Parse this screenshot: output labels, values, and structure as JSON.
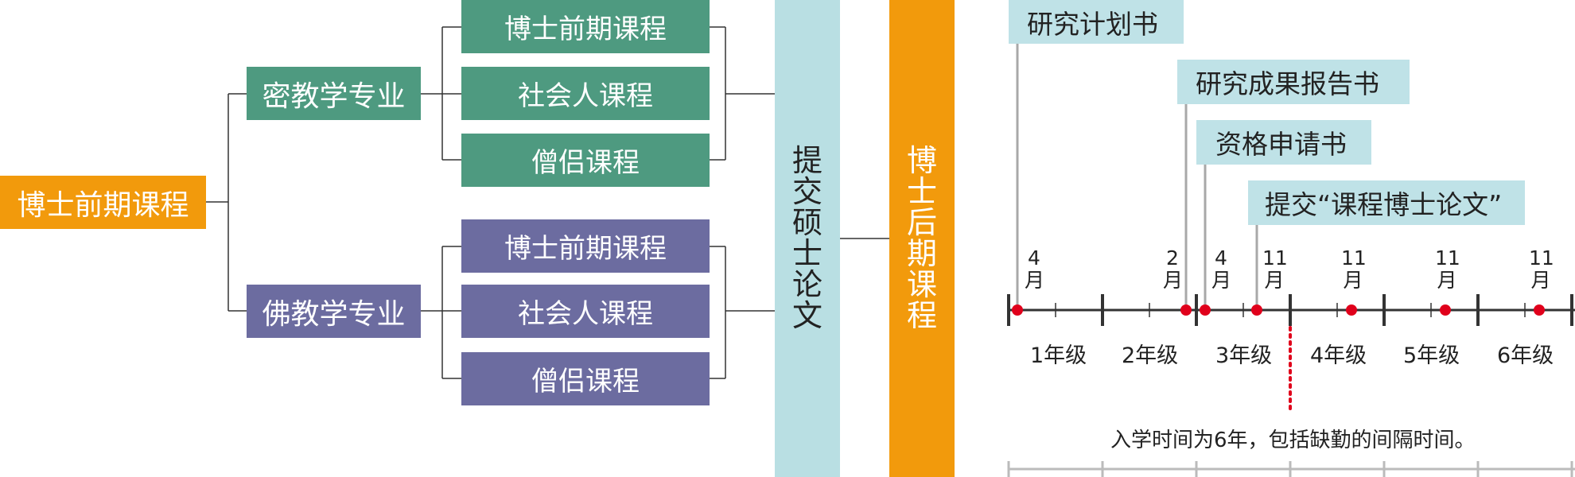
{
  "diagram": {
    "root": "博士前期课程",
    "majors": [
      {
        "name": "密教学专业",
        "courses": [
          "博士前期课程",
          "社会人课程",
          "僧侣课程"
        ]
      },
      {
        "name": "佛教学专业",
        "courses": [
          "博士前期课程",
          "社会人课程",
          "僧侣课程"
        ]
      }
    ],
    "thesis": [
      "提",
      "交",
      "硕",
      "士",
      "论",
      "文"
    ],
    "latter": [
      "博",
      "士",
      "后",
      "期",
      "课",
      "程"
    ]
  },
  "timeline": {
    "docs": {
      "plan": "研究计划书",
      "report": "研究成果报告书",
      "qualify": "资格申请书",
      "submit": "提交“课程博士论文”"
    },
    "months": [
      {
        "num": "4",
        "unit": "月"
      },
      {
        "num": "2",
        "unit": "月"
      },
      {
        "num": "4",
        "unit": "月"
      },
      {
        "num": "11",
        "unit": "月"
      },
      {
        "num": "11",
        "unit": "月"
      },
      {
        "num": "11",
        "unit": "月"
      },
      {
        "num": "11",
        "unit": "月"
      }
    ],
    "grades": [
      "1年级",
      "2年级",
      "3年级",
      "4年级",
      "5年级",
      "6年级"
    ],
    "note": "入学时间为6年，包括缺勤的间隔时间。"
  },
  "colors": {
    "green": "#4e9a80",
    "purple": "#6c6ca0",
    "orange": "#f29a0c",
    "teal": "#b9dfe3",
    "marker": "#e0001b"
  }
}
